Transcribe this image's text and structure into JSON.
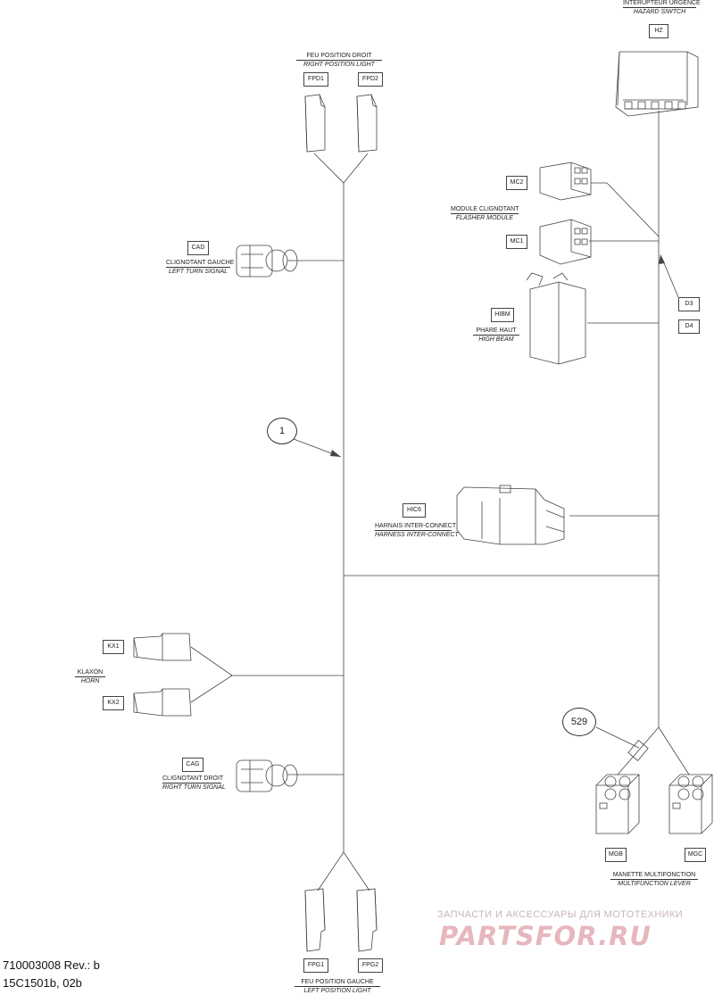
{
  "components": {
    "fpd": {
      "fr": "FEU POSITION DROIT",
      "en": "RIGHT POSITION LIGHT",
      "codes": [
        "FPD1",
        "FPD2"
      ]
    },
    "cad": {
      "fr": "CLIGNOTANT GAUCHE",
      "en": "LEFT TURN SIGNAL",
      "code": "CAD"
    },
    "hz": {
      "fr": "INTERUPTEUR URGENCE",
      "en": "HAZARD SIWTCH",
      "code": "HZ"
    },
    "mc": {
      "fr": "MODULE CLIGNOTANT",
      "en": "FLASHER MODULE",
      "codes": [
        "MC2",
        "MC1"
      ]
    },
    "hibm": {
      "fr": "PHARE HAUT",
      "en": "HIGH BEAM",
      "code": "HIBM"
    },
    "hic": {
      "fr": "HARNAIS INTER-CONNECT",
      "en": "HARNESS INTER-CONNECT",
      "code": "HIC6"
    },
    "kx": {
      "fr": "KLAXON",
      "en": "HORN",
      "codes": [
        "KX1",
        "KX2"
      ]
    },
    "cag": {
      "fr": "CLIGNOTANT DROIT",
      "en": "RIGHT TURN SIGNAL",
      "code": "CAG"
    },
    "fpg": {
      "fr": "FEU POSITION GAUCHE",
      "en": "LEFT POSITION LIGHT",
      "codes": [
        "FPG1",
        "FPG2"
      ]
    },
    "mg": {
      "fr": "MANETTE MULTIFONCTION",
      "en": "MULTIFUNCTION LEVER",
      "codes": [
        "MGB",
        "MGC"
      ]
    }
  },
  "refs": [
    "D3",
    "D4"
  ],
  "callouts": [
    "1",
    "529"
  ],
  "doc": {
    "number": "710003008 Rev.: b",
    "sheet": "15C1501b, 02b"
  },
  "watermark": {
    "line1": "ЗАПЧАСТИ И АКСЕССУАРЫ ДЛЯ МОТОТЕХНИКИ",
    "line2": "PARTSFOR.RU"
  }
}
